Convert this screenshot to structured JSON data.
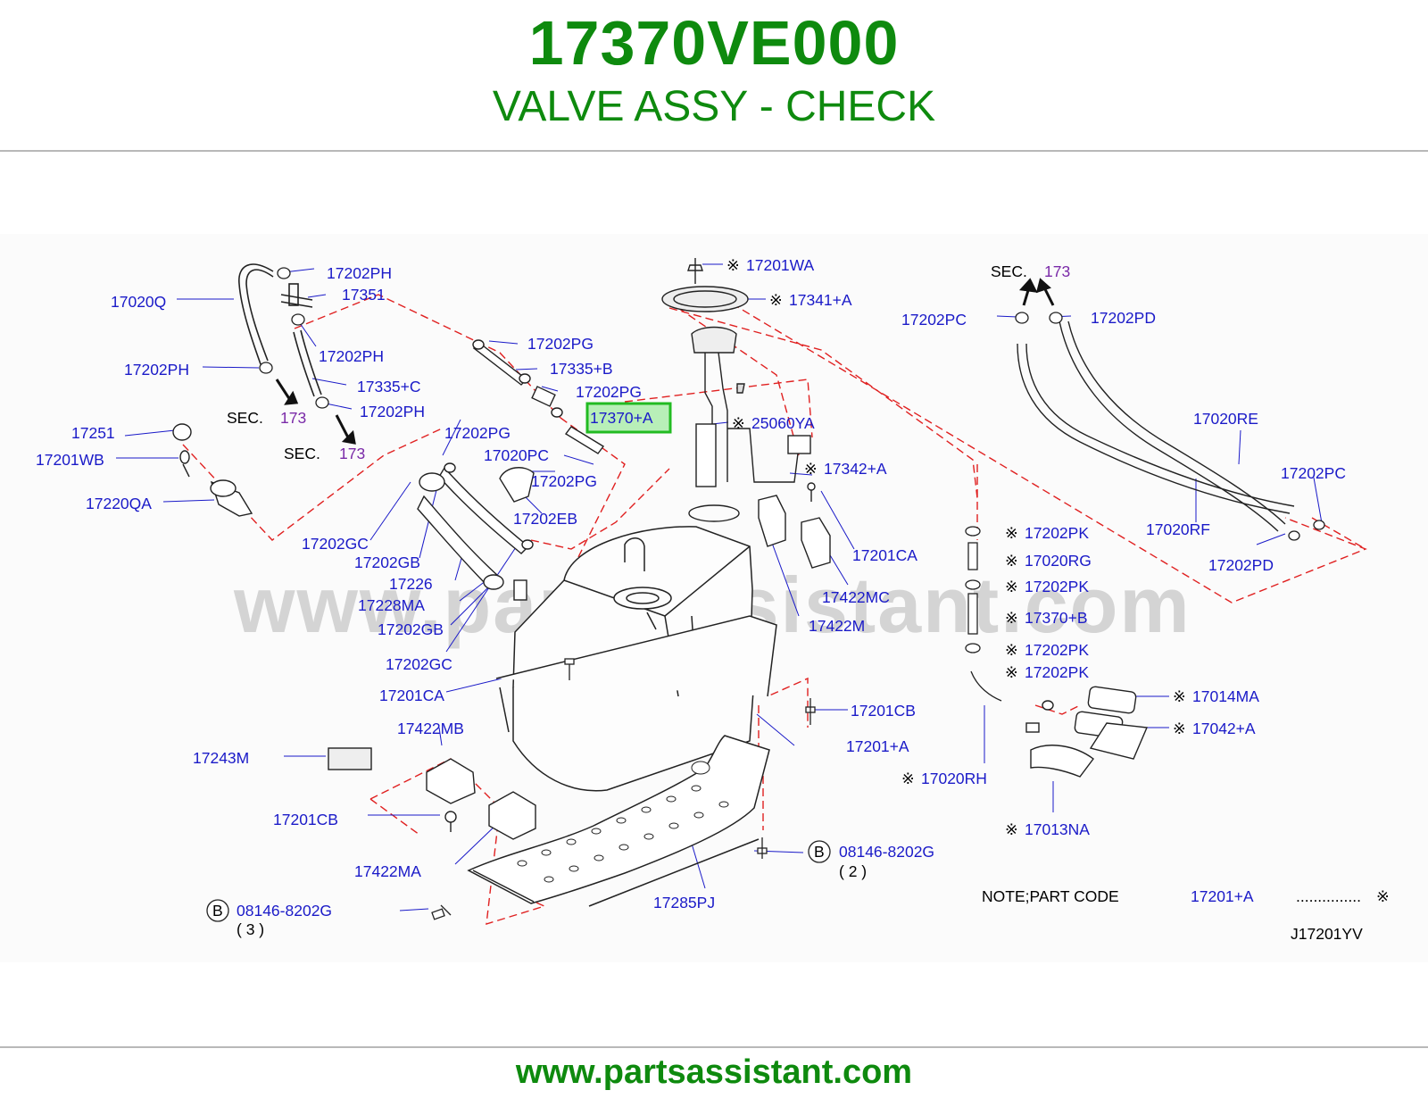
{
  "header": {
    "part_number": "17370VE000",
    "part_name": "VALVE ASSY - CHECK"
  },
  "diagram": {
    "watermark": "www.partsassistant.com",
    "highlight_label": "17370+A",
    "highlight_color": "#22bb22",
    "label_color": "#1a1ac8",
    "sec_label": "SEC.",
    "sec_number": "173",
    "mark": "※",
    "bolt_marker": "B",
    "labels": {
      "l_17020Q": "17020Q",
      "l_17202PH_a": "17202PH",
      "l_17351": "17351",
      "l_17202PH_b": "17202PH",
      "l_17202PH_c": "17202PH",
      "l_17335C": "17335+C",
      "l_17202PH_d": "17202PH",
      "l_17251": "17251",
      "l_17201WB": "17201WB",
      "l_17220QA": "17220QA",
      "l_17202PG_a": "17202PG",
      "l_17335B": "17335+B",
      "l_17202PG_b": "17202PG",
      "l_17202PG_c": "17202PG",
      "l_17020PC": "17020PC",
      "l_17202PG_d": "17202PG",
      "l_17202EB": "17202EB",
      "l_17202GC_a": "17202GC",
      "l_17202GB_a": "17202GB",
      "l_17226": "17226",
      "l_17228MA": "17228MA",
      "l_17202GB_b": "17202GB",
      "l_17202GC_b": "17202GC",
      "l_17201CA_a": "17201CA",
      "l_17422MB": "17422MB",
      "l_17243M": "17243M",
      "l_17201CB_a": "17201CB",
      "l_17422MA": "17422MA",
      "l_08146_a": "08146-8202G",
      "l_qty3": "( 3 )",
      "l_17201WA": "17201WA",
      "l_17341A": "17341+A",
      "l_25060YA": "25060YA",
      "l_17342A": "17342+A",
      "l_17201CA_b": "17201CA",
      "l_17422MC": "17422MC",
      "l_17422M": "17422M",
      "l_17201CB_b": "17201CB",
      "l_17201A": "17201+A",
      "l_17285PJ": "17285PJ",
      "l_08146_b": "08146-8202G",
      "l_qty2": "( 2 )",
      "l_17202PC_a": "17202PC",
      "l_17202PD_a": "17202PD",
      "l_17020RE": "17020RE",
      "l_17202PC_b": "17202PC",
      "l_17020RF": "17020RF",
      "l_17202PD_b": "17202PD",
      "l_17202PK_a": "17202PK",
      "l_17020RG": "17020RG",
      "l_17202PK_b": "17202PK",
      "l_17370B": "17370+B",
      "l_17202PK_c": "17202PK",
      "l_17202PK_d": "17202PK",
      "l_17014MA": "17014MA",
      "l_17042A": "17042+A",
      "l_17020RH": "17020RH",
      "l_17013NA": "17013NA"
    },
    "note": {
      "text": "NOTE;PART   CODE",
      "code": "17201+A",
      "dots": "...............",
      "ref": "J17201YV"
    }
  },
  "footer": {
    "url": "www.partsassistant.com"
  }
}
